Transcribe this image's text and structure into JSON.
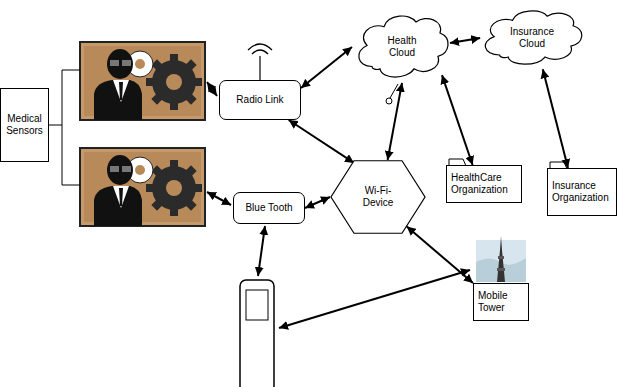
{
  "diagram": {
    "nodes": [
      {
        "text": [
          "Medical Sensors"
        ]
      },
      {
        "text": [
          "Radio Link"
        ]
      },
      {
        "text": [
          "Health Cloud"
        ]
      },
      {
        "text": [
          "Insurance Cloud"
        ]
      },
      {
        "text": [
          "Wi-Fi-Device"
        ]
      },
      {
        "text": [
          "Blue Tooth"
        ]
      },
      {
        "text": [
          "HealthCare Organization"
        ]
      },
      {
        "text": [
          "Insurance Organization"
        ]
      },
      {
        "text": [
          "Mobile Tower"
        ]
      }
    ],
    "edges": [
      {
        "from": 1,
        "to": 2,
        "arrow": "both"
      },
      {
        "from": 1,
        "to": 4,
        "arrow": "both"
      },
      {
        "from": 5,
        "to": 4,
        "arrow": "both"
      },
      {
        "from": 4,
        "to": 2,
        "arrow": "both"
      },
      {
        "from": 2,
        "to": 3,
        "arrow": "both"
      },
      {
        "from": 2,
        "to": 6,
        "arrow": "both"
      },
      {
        "from": 3,
        "to": 7,
        "arrow": "both"
      },
      {
        "from": 4,
        "to": 8,
        "arrow": "both"
      }
    ]
  }
}
